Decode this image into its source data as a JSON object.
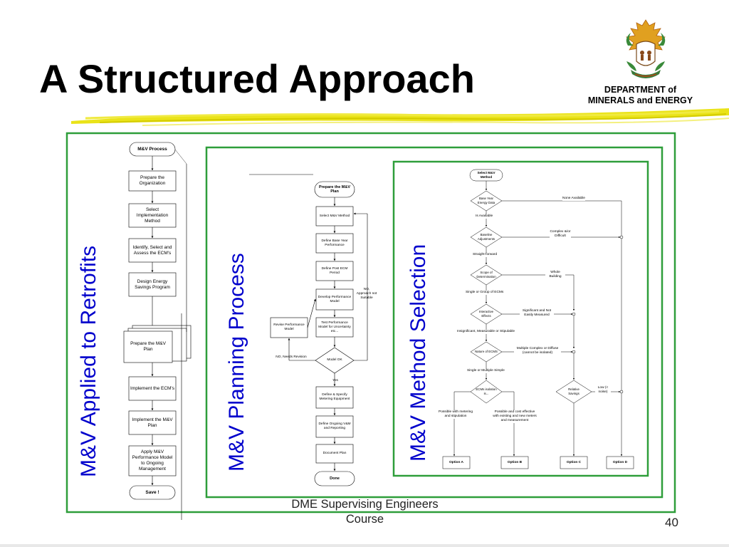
{
  "header": {
    "title": "A Structured Approach",
    "department_line1": "DEPARTMENT of",
    "department_line2": "MINERALS and ENERGY"
  },
  "side_labels": {
    "retrofits": "M&V Applied to Retrofits",
    "planning": "M&V Planning Process",
    "method": "M&V Method Selection"
  },
  "mv_process": {
    "title": "M&V Process",
    "steps": [
      "Prepare the Organization",
      "Select Implementation Method",
      "Identify, Select and Assess the ECM's",
      "Design Energy Savings Program",
      "Prepare the M&V Plan",
      "Implement the ECM's",
      "Implement the M&V Plan",
      "Apply M&V Performance Model to Ongoing Management"
    ],
    "end": "Save !"
  },
  "mv_plan": {
    "title": "Prepare the M&V Plan",
    "steps": [
      "Select M&V Method",
      "Define Base Year Performance",
      "Define Post ECM Period",
      "Develop Performance Model",
      "Test Performance Model for Uncertainty etc..."
    ],
    "revise": "Revise Performance Model",
    "decision": "Model OK",
    "no_revision": "NO, Needs Revision",
    "no_approach": "NO, Approach not Suitable",
    "yes": "Yes",
    "after_steps": [
      "Define & Specify Metering Equipment",
      "Define Ongoing V&M and Reporting",
      "Document Plan"
    ],
    "end": "Done"
  },
  "method_selection": {
    "title": "Select M&V Method",
    "d1": "Base Year Energy Data",
    "d1_right": "None Available",
    "d1_down": "Is Available",
    "d2": "Baseline Adjustments",
    "d2_right": "Complex &/or Difficult",
    "d2_down": "Straight-forward",
    "d3": "Scope of Determination",
    "d3_right": "Whole Building",
    "d3_down": "Single or Group of ECMs",
    "d4": "Interactive Effects",
    "d4_right": "Significant and Not Easily Measured",
    "d4_down": "Insignificant, Measurable or Stipulable",
    "d5": "Nature of ECMS",
    "d5_right": "Multiple Complex or Diffuse (cannot be isolated)",
    "d5_down": "Single or Multiple Simple",
    "d6": "ECMs isolation is...",
    "d6_left": "Possible with metering and stipulation",
    "d6_right": "Possible and cost effective with existing and new meters and measurement",
    "d7": "Relative Savings",
    "d7_right": "Low (< noise)",
    "options": [
      "Option A",
      "Option B",
      "Option C",
      "Option D"
    ]
  },
  "footer": {
    "line1": "DME Supervising Engineers",
    "line2": "Course",
    "page": "40"
  },
  "colors": {
    "frame_green": "#2e9e3a",
    "label_blue": "#0000cc",
    "swoosh_yellow": "#e8e000"
  }
}
